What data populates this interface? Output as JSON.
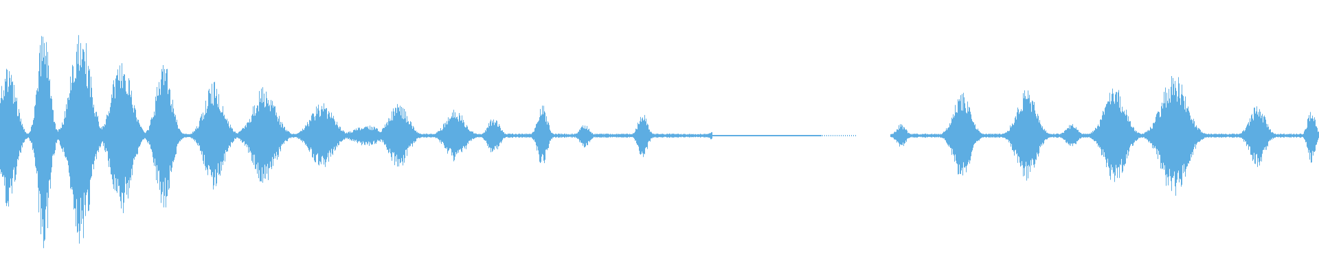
{
  "waveform": {
    "color": "#5DADE2",
    "baseline_color": "#5DADE2",
    "silent_gap": [
      0.65,
      0.675
    ],
    "trailing_dotted_region": [
      0.54,
      0.65
    ],
    "bursts": [
      {
        "t": 0.006,
        "amp": 0.42,
        "w": 0.008
      },
      {
        "t": 0.033,
        "amp": 0.68,
        "w": 0.006
      },
      {
        "t": 0.061,
        "amp": 0.63,
        "w": 0.01
      },
      {
        "t": 0.092,
        "amp": 0.46,
        "w": 0.01
      },
      {
        "t": 0.124,
        "amp": 0.43,
        "w": 0.008
      },
      {
        "t": 0.162,
        "amp": 0.31,
        "w": 0.01
      },
      {
        "t": 0.2,
        "amp": 0.28,
        "w": 0.012
      },
      {
        "t": 0.244,
        "amp": 0.19,
        "w": 0.012
      },
      {
        "t": 0.278,
        "amp": 0.06,
        "w": 0.014
      },
      {
        "t": 0.302,
        "amp": 0.19,
        "w": 0.01
      },
      {
        "t": 0.345,
        "amp": 0.15,
        "w": 0.01
      },
      {
        "t": 0.374,
        "amp": 0.11,
        "w": 0.006
      },
      {
        "t": 0.411,
        "amp": 0.18,
        "w": 0.005
      },
      {
        "t": 0.443,
        "amp": 0.07,
        "w": 0.005
      },
      {
        "t": 0.487,
        "amp": 0.13,
        "w": 0.005
      },
      {
        "t": 0.54,
        "amp": 0.03,
        "w": 0.003
      },
      {
        "t": 0.683,
        "amp": 0.07,
        "w": 0.005
      },
      {
        "t": 0.729,
        "amp": 0.25,
        "w": 0.009
      },
      {
        "t": 0.778,
        "amp": 0.27,
        "w": 0.01
      },
      {
        "t": 0.812,
        "amp": 0.07,
        "w": 0.006
      },
      {
        "t": 0.845,
        "amp": 0.28,
        "w": 0.011
      },
      {
        "t": 0.89,
        "amp": 0.36,
        "w": 0.013
      },
      {
        "t": 0.953,
        "amp": 0.18,
        "w": 0.008
      },
      {
        "t": 0.994,
        "amp": 0.16,
        "w": 0.004
      }
    ]
  }
}
